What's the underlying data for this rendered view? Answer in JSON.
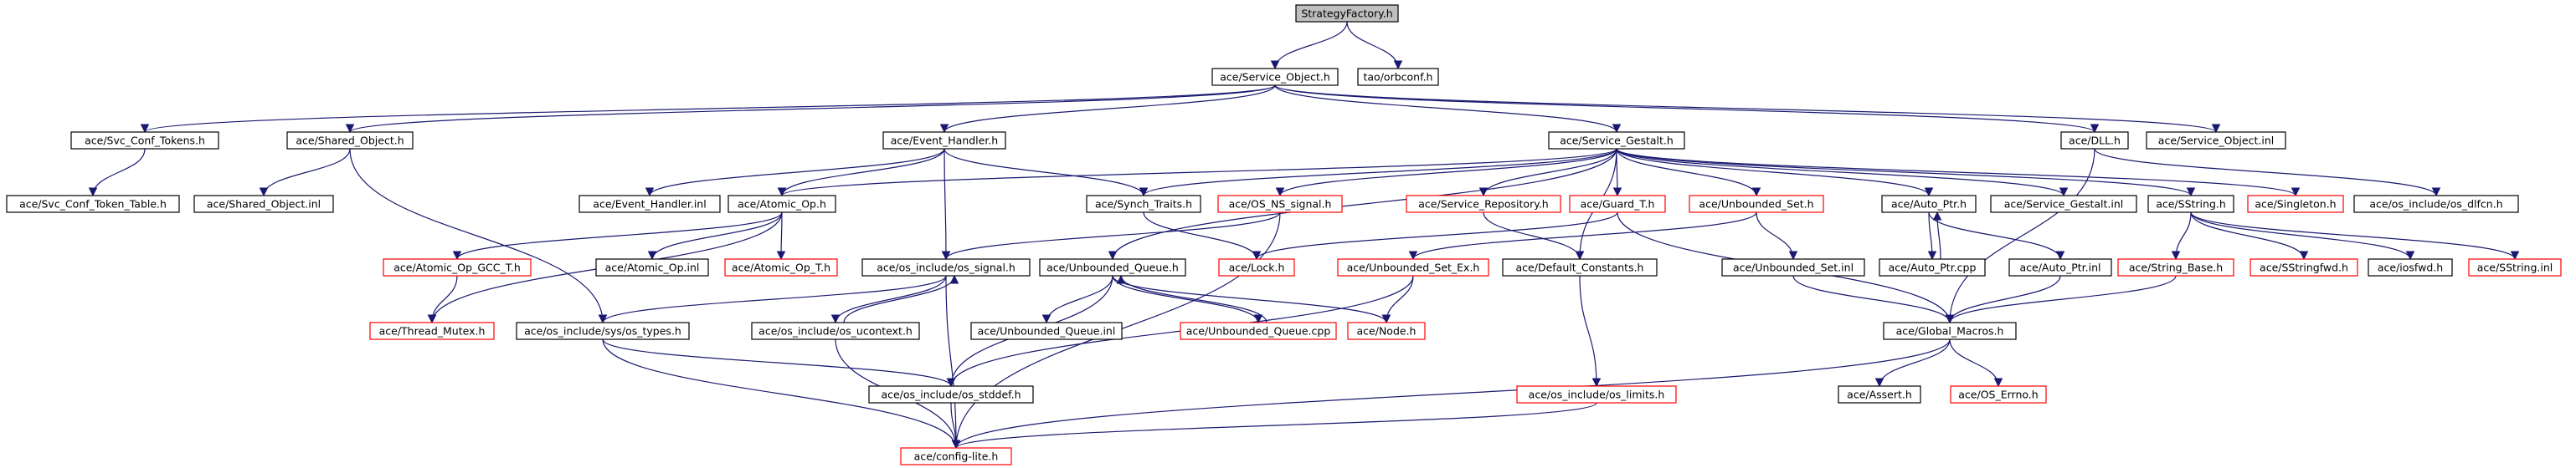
{
  "colors": {
    "edge": "#191970",
    "node_border_normal": "#000000",
    "node_border_missing": "#ff0000",
    "node_fill": "#ffffff",
    "root_fill": "#bfbfbf"
  },
  "nodes": [
    {
      "id": "root",
      "label": "StrategyFactory.h",
      "style": "root"
    },
    {
      "id": "svc_obj_h",
      "label": "ace/Service_Object.h",
      "style": "normal"
    },
    {
      "id": "orbconf",
      "label": "tao/orbconf.h",
      "style": "normal"
    },
    {
      "id": "svc_conf_tokens",
      "label": "ace/Svc_Conf_Tokens.h",
      "style": "normal"
    },
    {
      "id": "shared_obj_h",
      "label": "ace/Shared_Object.h",
      "style": "normal"
    },
    {
      "id": "event_handler_h",
      "label": "ace/Event_Handler.h",
      "style": "normal"
    },
    {
      "id": "svc_gestalt_h",
      "label": "ace/Service_Gestalt.h",
      "style": "normal"
    },
    {
      "id": "dll_h",
      "label": "ace/DLL.h",
      "style": "normal"
    },
    {
      "id": "svc_obj_inl",
      "label": "ace/Service_Object.inl",
      "style": "normal"
    },
    {
      "id": "svc_conf_token_table",
      "label": "ace/Svc_Conf_Token_Table.h",
      "style": "normal"
    },
    {
      "id": "shared_obj_inl",
      "label": "ace/Shared_Object.inl",
      "style": "normal"
    },
    {
      "id": "event_handler_inl",
      "label": "ace/Event_Handler.inl",
      "style": "normal"
    },
    {
      "id": "atomic_op_h",
      "label": "ace/Atomic_Op.h",
      "style": "normal"
    },
    {
      "id": "synch_traits",
      "label": "ace/Synch_Traits.h",
      "style": "normal"
    },
    {
      "id": "os_ns_signal",
      "label": "ace/OS_NS_signal.h",
      "style": "missing"
    },
    {
      "id": "svc_repository",
      "label": "ace/Service_Repository.h",
      "style": "missing"
    },
    {
      "id": "guard_t",
      "label": "ace/Guard_T.h",
      "style": "missing"
    },
    {
      "id": "unbounded_set_h",
      "label": "ace/Unbounded_Set.h",
      "style": "missing"
    },
    {
      "id": "auto_ptr_h",
      "label": "ace/Auto_Ptr.h",
      "style": "normal"
    },
    {
      "id": "svc_gestalt_inl",
      "label": "ace/Service_Gestalt.inl",
      "style": "normal"
    },
    {
      "id": "sstring_h",
      "label": "ace/SString.h",
      "style": "normal"
    },
    {
      "id": "singleton",
      "label": "ace/Singleton.h",
      "style": "missing"
    },
    {
      "id": "os_dlfcn",
      "label": "ace/os_include/os_dlfcn.h",
      "style": "normal"
    },
    {
      "id": "atomic_op_gcc",
      "label": "ace/Atomic_Op_GCC_T.h",
      "style": "missing"
    },
    {
      "id": "atomic_op_inl",
      "label": "ace/Atomic_Op.inl",
      "style": "normal"
    },
    {
      "id": "atomic_op_t",
      "label": "ace/Atomic_Op_T.h",
      "style": "missing"
    },
    {
      "id": "os_signal",
      "label": "ace/os_include/os_signal.h",
      "style": "normal"
    },
    {
      "id": "lock_h",
      "label": "ace/Lock.h",
      "style": "missing"
    },
    {
      "id": "unbounded_queue_h",
      "label": "ace/Unbounded_Queue.h",
      "style": "normal"
    },
    {
      "id": "unbounded_set_ex",
      "label": "ace/Unbounded_Set_Ex.h",
      "style": "missing"
    },
    {
      "id": "default_constants",
      "label": "ace/Default_Constants.h",
      "style": "normal"
    },
    {
      "id": "unbounded_set_inl",
      "label": "ace/Unbounded_Set.inl",
      "style": "normal"
    },
    {
      "id": "auto_ptr_cpp",
      "label": "ace/Auto_Ptr.cpp",
      "style": "normal"
    },
    {
      "id": "auto_ptr_inl",
      "label": "ace/Auto_Ptr.inl",
      "style": "normal"
    },
    {
      "id": "string_base",
      "label": "ace/String_Base.h",
      "style": "missing"
    },
    {
      "id": "sstringfwd",
      "label": "ace/SStringfwd.h",
      "style": "missing"
    },
    {
      "id": "iosfwd",
      "label": "ace/iosfwd.h",
      "style": "normal"
    },
    {
      "id": "sstring_inl",
      "label": "ace/SString.inl",
      "style": "missing"
    },
    {
      "id": "thread_mutex",
      "label": "ace/Thread_Mutex.h",
      "style": "missing"
    },
    {
      "id": "os_types",
      "label": "ace/os_include/sys/os_types.h",
      "style": "normal"
    },
    {
      "id": "os_ucontext",
      "label": "ace/os_include/os_ucontext.h",
      "style": "normal"
    },
    {
      "id": "unbounded_queue_inl",
      "label": "ace/Unbounded_Queue.inl",
      "style": "normal"
    },
    {
      "id": "unbounded_queue_cpp",
      "label": "ace/Unbounded_Queue.cpp",
      "style": "missing"
    },
    {
      "id": "node_h",
      "label": "ace/Node.h",
      "style": "missing"
    },
    {
      "id": "global_macros",
      "label": "ace/Global_Macros.h",
      "style": "normal"
    },
    {
      "id": "os_stddef",
      "label": "ace/os_include/os_stddef.h",
      "style": "normal"
    },
    {
      "id": "os_limits",
      "label": "ace/os_include/os_limits.h",
      "style": "missing"
    },
    {
      "id": "assert_h",
      "label": "ace/Assert.h",
      "style": "normal"
    },
    {
      "id": "os_errno",
      "label": "ace/OS_Errno.h",
      "style": "missing"
    },
    {
      "id": "config_lite",
      "label": "ace/config-lite.h",
      "style": "missing"
    }
  ],
  "edges": [
    [
      "root",
      "svc_obj_h"
    ],
    [
      "root",
      "orbconf"
    ],
    [
      "svc_obj_h",
      "svc_conf_tokens"
    ],
    [
      "svc_obj_h",
      "shared_obj_h"
    ],
    [
      "svc_obj_h",
      "event_handler_h"
    ],
    [
      "svc_obj_h",
      "svc_gestalt_h"
    ],
    [
      "svc_obj_h",
      "dll_h"
    ],
    [
      "svc_obj_h",
      "svc_obj_inl"
    ],
    [
      "svc_conf_tokens",
      "svc_conf_token_table"
    ],
    [
      "shared_obj_h",
      "shared_obj_inl"
    ],
    [
      "shared_obj_h",
      "os_types"
    ],
    [
      "event_handler_h",
      "event_handler_inl"
    ],
    [
      "event_handler_h",
      "atomic_op_h"
    ],
    [
      "event_handler_h",
      "synch_traits"
    ],
    [
      "event_handler_h",
      "os_signal"
    ],
    [
      "svc_gestalt_h",
      "atomic_op_h"
    ],
    [
      "svc_gestalt_h",
      "synch_traits"
    ],
    [
      "svc_gestalt_h",
      "os_ns_signal"
    ],
    [
      "svc_gestalt_h",
      "svc_repository"
    ],
    [
      "svc_gestalt_h",
      "guard_t"
    ],
    [
      "svc_gestalt_h",
      "unbounded_set_h"
    ],
    [
      "svc_gestalt_h",
      "auto_ptr_h"
    ],
    [
      "svc_gestalt_h",
      "svc_gestalt_inl"
    ],
    [
      "svc_gestalt_h",
      "sstring_h"
    ],
    [
      "svc_gestalt_h",
      "singleton"
    ],
    [
      "svc_gestalt_h",
      "default_constants"
    ],
    [
      "svc_gestalt_h",
      "unbounded_queue_h"
    ],
    [
      "dll_h",
      "os_dlfcn"
    ],
    [
      "dll_h",
      "global_macros"
    ],
    [
      "atomic_op_h",
      "atomic_op_gcc"
    ],
    [
      "atomic_op_h",
      "atomic_op_inl"
    ],
    [
      "atomic_op_h",
      "atomic_op_t"
    ],
    [
      "atomic_op_h",
      "thread_mutex"
    ],
    [
      "atomic_op_gcc",
      "thread_mutex"
    ],
    [
      "synch_traits",
      "lock_h"
    ],
    [
      "os_ns_signal",
      "os_signal"
    ],
    [
      "os_ns_signal",
      "config_lite"
    ],
    [
      "svc_repository",
      "default_constants"
    ],
    [
      "guard_t",
      "lock_h"
    ],
    [
      "guard_t",
      "global_macros"
    ],
    [
      "unbounded_set_h",
      "unbounded_set_ex"
    ],
    [
      "unbounded_set_h",
      "unbounded_set_inl"
    ],
    [
      "unbounded_set_ex",
      "node_h"
    ],
    [
      "unbounded_set_ex",
      "os_stddef"
    ],
    [
      "auto_ptr_h",
      "auto_ptr_cpp"
    ],
    [
      "auto_ptr_h",
      "auto_ptr_inl"
    ],
    [
      "auto_ptr_cpp",
      "auto_ptr_h"
    ],
    [
      "auto_ptr_inl",
      "global_macros"
    ],
    [
      "sstring_h",
      "string_base"
    ],
    [
      "sstring_h",
      "sstringfwd"
    ],
    [
      "sstring_h",
      "iosfwd"
    ],
    [
      "sstring_h",
      "sstring_inl"
    ],
    [
      "string_base",
      "global_macros"
    ],
    [
      "unbounded_set_inl",
      "global_macros"
    ],
    [
      "default_constants",
      "os_limits"
    ],
    [
      "os_signal",
      "os_types"
    ],
    [
      "os_signal",
      "os_ucontext"
    ],
    [
      "os_signal",
      "config_lite"
    ],
    [
      "os_ucontext",
      "os_signal"
    ],
    [
      "os_ucontext",
      "config_lite"
    ],
    [
      "os_types",
      "os_stddef"
    ],
    [
      "os_types",
      "config_lite"
    ],
    [
      "unbounded_queue_h",
      "unbounded_queue_inl"
    ],
    [
      "unbounded_queue_h",
      "unbounded_queue_cpp"
    ],
    [
      "unbounded_queue_h",
      "node_h"
    ],
    [
      "unbounded_queue_h",
      "os_stddef"
    ],
    [
      "unbounded_queue_cpp",
      "unbounded_queue_h"
    ],
    [
      "os_stddef",
      "config_lite"
    ],
    [
      "os_limits",
      "config_lite"
    ],
    [
      "global_macros",
      "assert_h"
    ],
    [
      "global_macros",
      "os_errno"
    ],
    [
      "global_macros",
      "config_lite"
    ]
  ]
}
